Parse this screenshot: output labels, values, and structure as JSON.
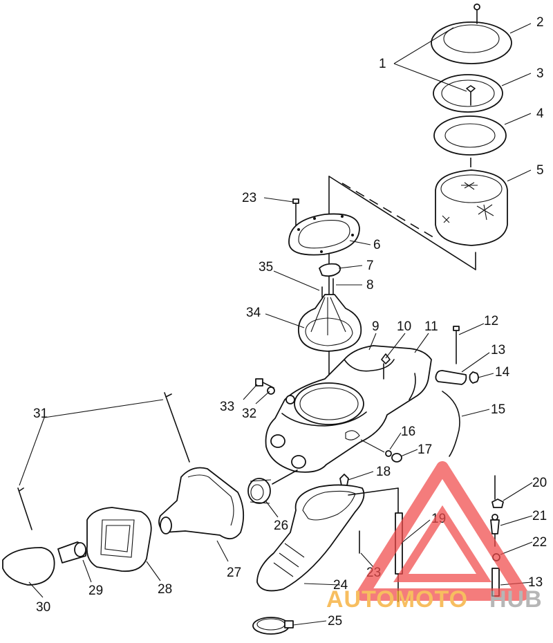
{
  "diagram": {
    "callouts": [
      "1",
      "2",
      "3",
      "4",
      "5",
      "6",
      "7",
      "8",
      "9",
      "10",
      "11",
      "12",
      "13",
      "13",
      "14",
      "15",
      "16",
      "17",
      "18",
      "19",
      "20",
      "21",
      "22",
      "23",
      "23",
      "24",
      "25",
      "26",
      "27",
      "28",
      "29",
      "30",
      "31",
      "32",
      "33",
      "34",
      "35"
    ]
  },
  "watermark": {
    "word_left": "AUTOMOTO",
    "word_right": "HUB",
    "colors": {
      "red": "#f04a4a",
      "orange": "#f5a623",
      "gray": "#9a9a9a"
    }
  }
}
